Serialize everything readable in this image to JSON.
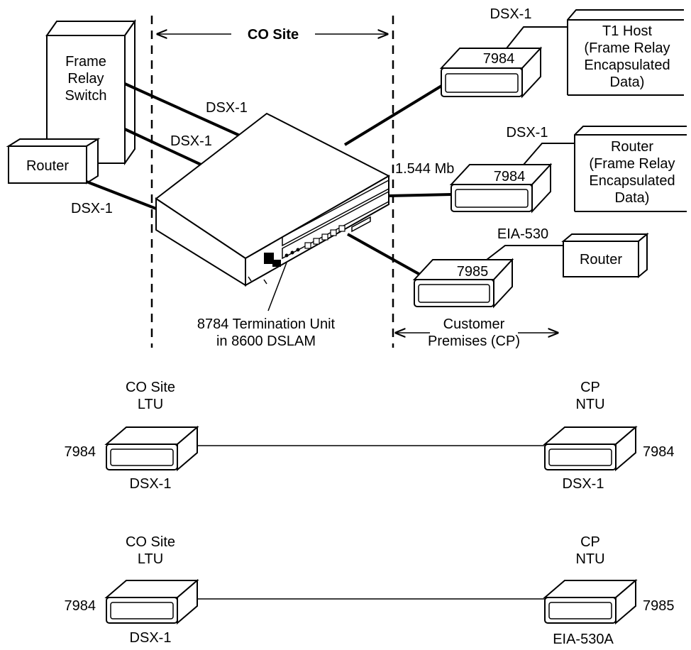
{
  "top": {
    "co_site_label": "CO Site",
    "frame_relay_switch": [
      "Frame",
      "Relay",
      "Switch"
    ],
    "router_left": "Router",
    "dsx1_a": "DSX-1",
    "dsx1_b": "DSX-1",
    "dsx1_c": "DSX-1",
    "termination_unit": [
      "8784 Termination Unit",
      "in 8600 DSLAM"
    ],
    "cp_label": [
      "Customer",
      "Premises (CP)"
    ],
    "rate_label": "1.544 Mb",
    "unit1": {
      "model": "7984",
      "interface": "DSX-1",
      "host": [
        "T1 Host",
        "(Frame Relay",
        "Encapsulated",
        "Data)"
      ]
    },
    "unit2": {
      "model": "7984",
      "interface": "DSX-1",
      "host": [
        "Router",
        "(Frame Relay",
        "Encapsulated",
        "Data)"
      ]
    },
    "unit3": {
      "model": "7985",
      "interface": "EIA-530",
      "host": [
        "Router"
      ]
    }
  },
  "links": [
    {
      "left_title": [
        "CO Site",
        "LTU"
      ],
      "right_title": [
        "CP",
        "NTU"
      ],
      "left_model": "7984",
      "right_model": "7984",
      "left_interface": "DSX-1",
      "right_interface": "DSX-1"
    },
    {
      "left_title": [
        "CO Site",
        "LTU"
      ],
      "right_title": [
        "CP",
        "NTU"
      ],
      "left_model": "7984",
      "right_model": "7985",
      "left_interface": "DSX-1",
      "right_interface": "EIA-530A"
    }
  ]
}
